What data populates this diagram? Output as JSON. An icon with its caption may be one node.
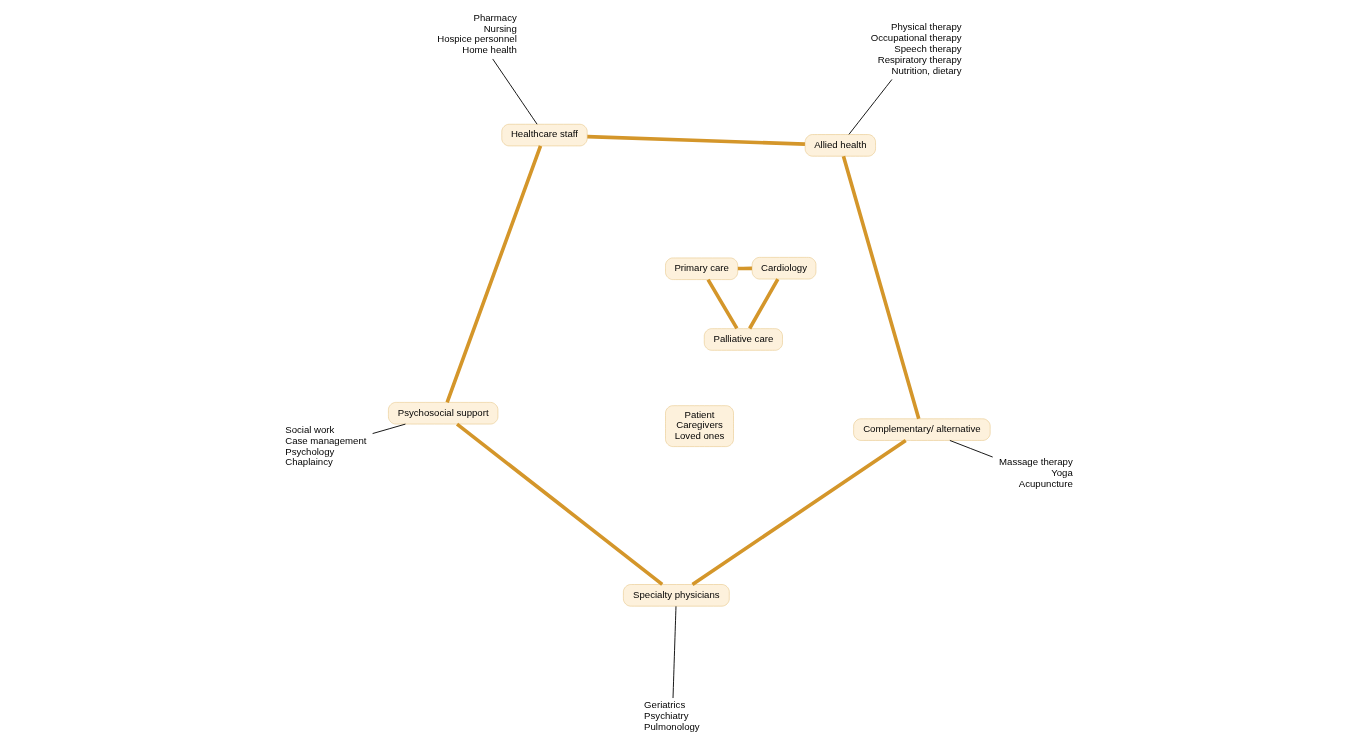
{
  "diagram": {
    "nodes": [
      {
        "text": [
          "Pharmacy",
          "Nursing",
          "Hospice personnel",
          "Home health"
        ]
      },
      {
        "text": [
          "Healthcare staff"
        ]
      },
      {
        "text": [
          "Psychosocial support"
        ]
      },
      {
        "text": [
          "Social work",
          "Case management",
          "Psychology",
          "Chaplaincy"
        ]
      },
      {
        "text": [
          "Primary care"
        ]
      },
      {
        "text": [
          "Physical therapy",
          "Occupational therapy",
          "Speech therapy",
          "Respiratory therapy",
          "Nutrition, dietary"
        ]
      },
      {
        "text": [
          "Allied health"
        ]
      },
      {
        "text": [
          "Patient",
          "Caregivers",
          "Loved ones"
        ]
      },
      {
        "text": [
          "Cardiology"
        ]
      },
      {
        "text": [
          "Palliative care"
        ]
      },
      {
        "text": [
          "Specialty physicians"
        ]
      },
      {
        "text": [
          "Geriatrics",
          "Psychiatry",
          "Pulmonology"
        ]
      },
      {
        "text": [
          "Massage therapy",
          "Yoga",
          "Acupuncture"
        ]
      },
      {
        "text": [
          "Complementary/ alternative"
        ]
      }
    ],
    "edges": [
      {
        "from": 1,
        "to": 2,
        "arrow": "none"
      },
      {
        "from": 2,
        "to": 10,
        "arrow": "none"
      },
      {
        "from": 10,
        "to": 13,
        "arrow": "none"
      },
      {
        "from": 13,
        "to": 6,
        "arrow": "none"
      },
      {
        "from": 6,
        "to": 1,
        "arrow": "none"
      },
      {
        "from": 4,
        "to": 9,
        "arrow": "none"
      },
      {
        "from": 9,
        "to": 8,
        "arrow": "none"
      },
      {
        "from": 8,
        "to": 4,
        "arrow": "none"
      },
      {
        "from": 0,
        "to": 1,
        "arrow": "none",
        "color": "#000000"
      },
      {
        "from": 2,
        "to": 3,
        "arrow": "none",
        "color": "#000000"
      },
      {
        "from": 5,
        "to": 6,
        "arrow": "none",
        "color": "#000000"
      },
      {
        "from": 10,
        "to": 11,
        "arrow": "none",
        "color": "#000000"
      },
      {
        "from": 12,
        "to": 13,
        "arrow": "none",
        "color": "#000000"
      }
    ]
  }
}
